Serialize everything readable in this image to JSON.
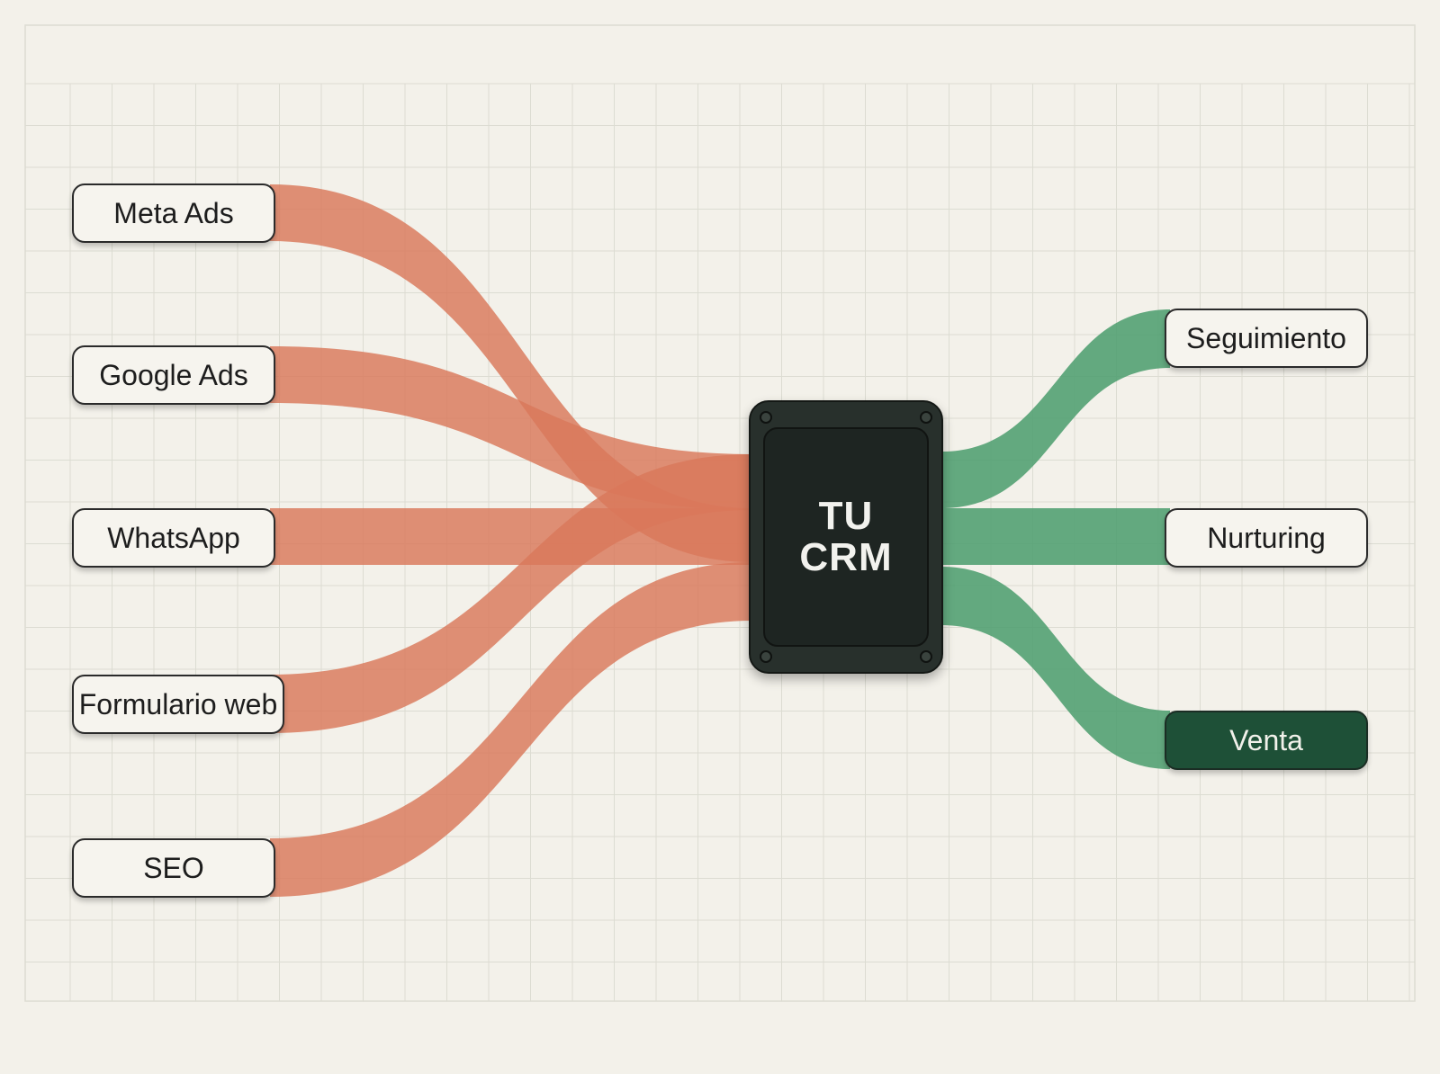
{
  "sources": [
    {
      "label": "Meta Ads"
    },
    {
      "label": "Google Ads"
    },
    {
      "label": "WhatsApp"
    },
    {
      "label": "Formulario web"
    },
    {
      "label": "SEO"
    }
  ],
  "hub": {
    "line1": "TU",
    "line2": "CRM"
  },
  "outputs": [
    {
      "label": "Seguimiento",
      "highlighted": false
    },
    {
      "label": "Nurturing",
      "highlighted": false
    },
    {
      "label": "Venta",
      "highlighted": true
    }
  ],
  "colors": {
    "background": "#f3f1ea",
    "grid": "#dcdcd2",
    "input_flow": "#d9775a",
    "output_flow": "#4e9e70",
    "hub": "#1e2522",
    "highlight_node": "#1e5037"
  }
}
